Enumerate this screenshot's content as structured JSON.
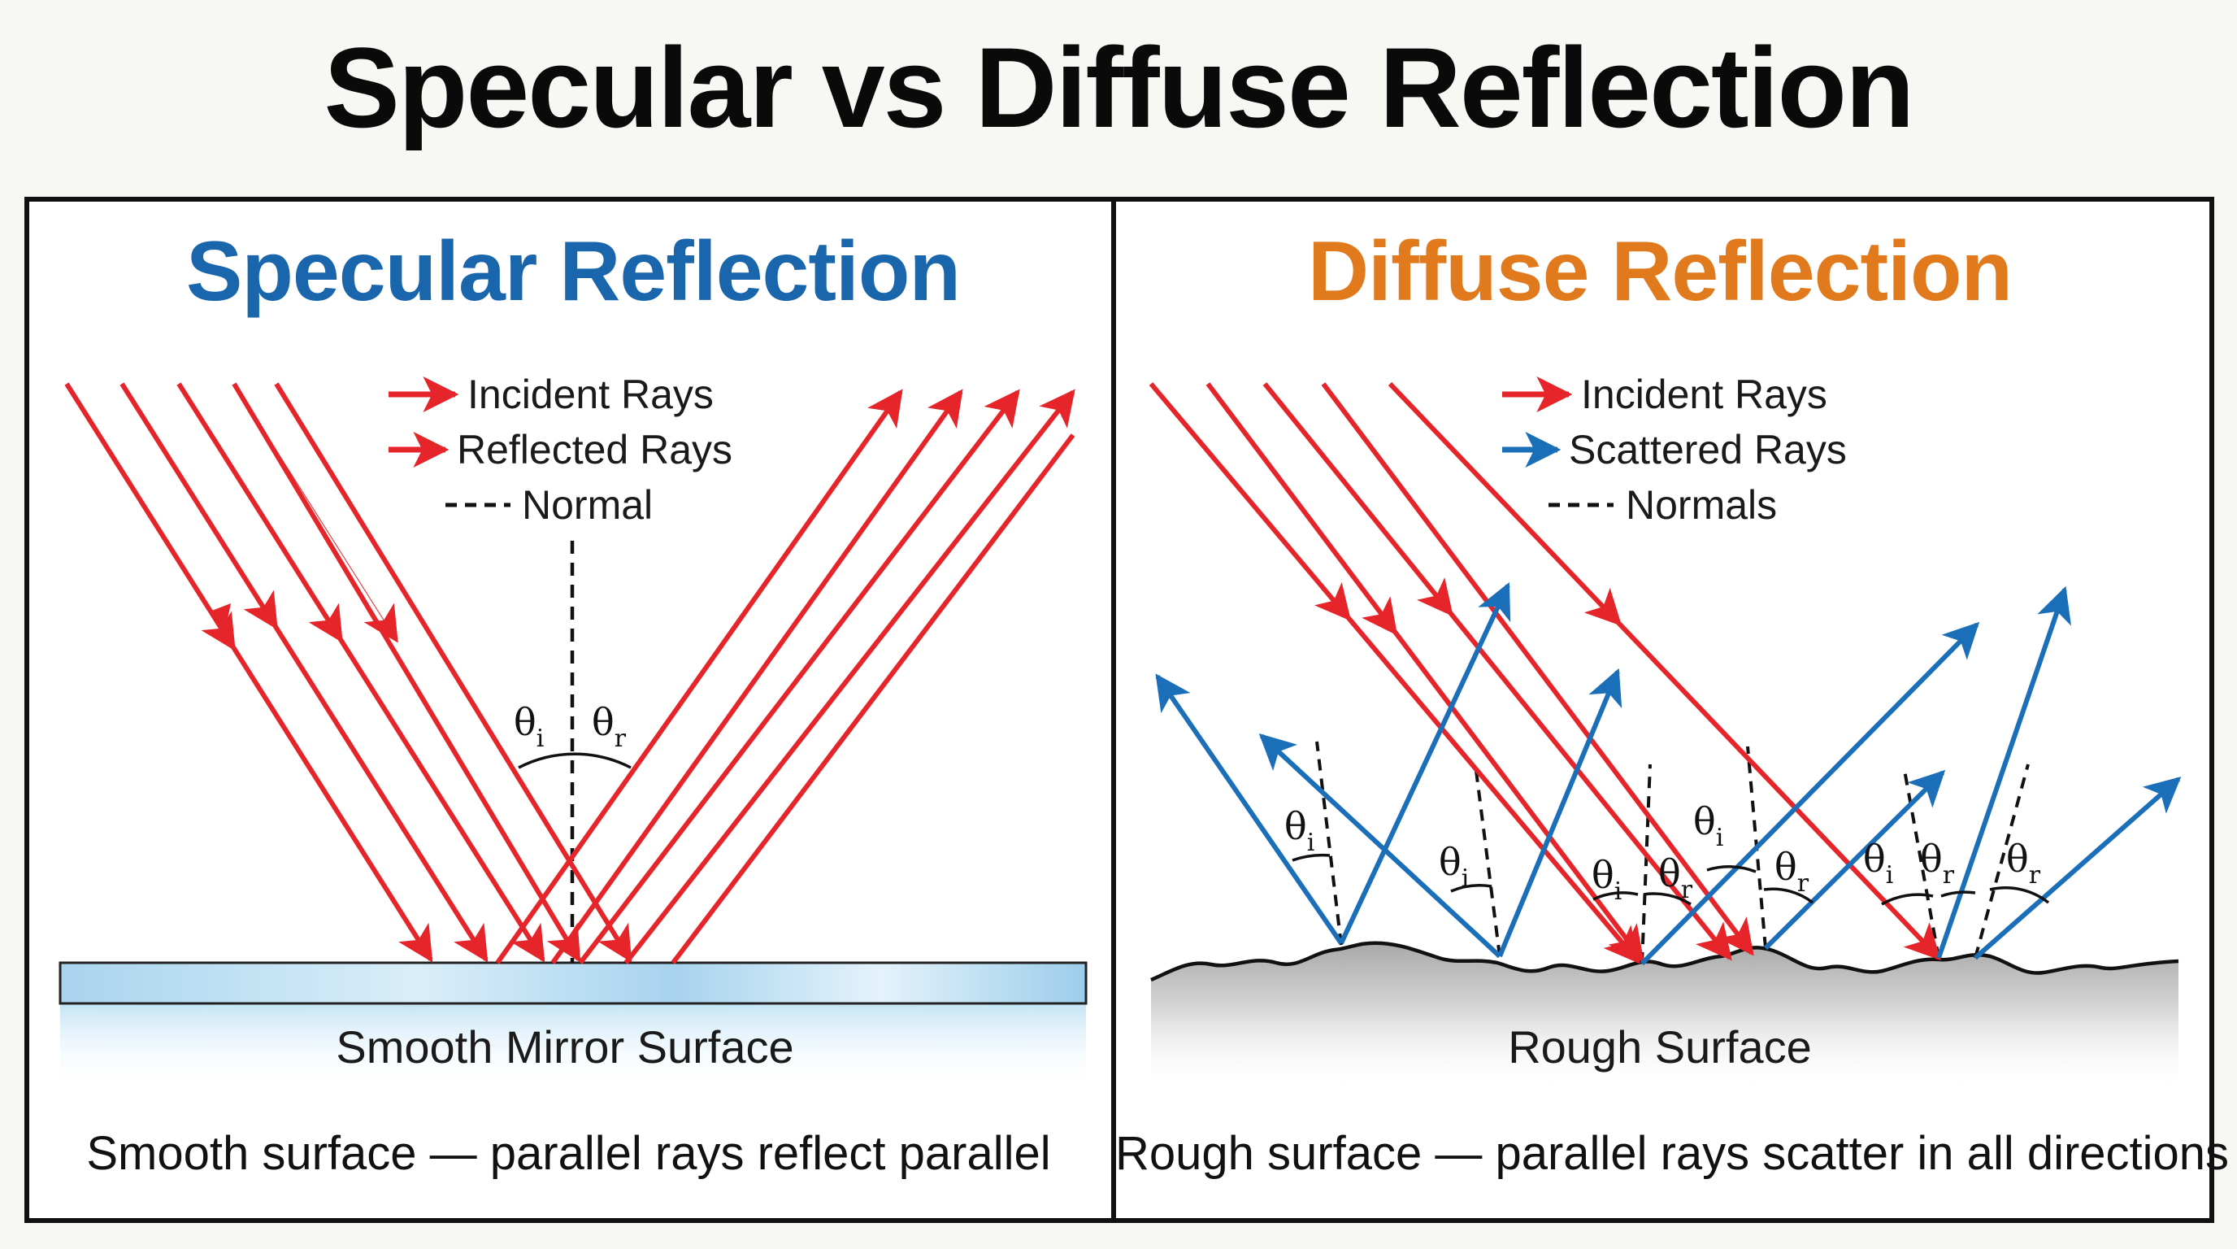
{
  "title": "Specular vs Diffuse Reflection",
  "colors": {
    "incident": "#e5252a",
    "reflected": "#e5252a",
    "scattered": "#1a6fb8",
    "normal": "#111111",
    "specular_title": "#1a66ac",
    "diffuse_title": "#e07a1c"
  },
  "specular": {
    "heading": "Specular Reflection",
    "legend": {
      "incident": "Incident Rays",
      "reflected": "Reflected Rays",
      "normal": "Normal"
    },
    "angle_i": "θ",
    "angle_i_sub": "i",
    "angle_r": "θ",
    "angle_r_sub": "r",
    "surface_label": "Smooth Mirror Surface",
    "caption": "Smooth surface — parallel rays reflect parallel"
  },
  "diffuse": {
    "heading": "Diffuse Reflection",
    "legend": {
      "incident": "Incident Rays",
      "scattered": "Scattered Rays",
      "normal": "Normals"
    },
    "angle_symbol": "θ",
    "sub_i": "i",
    "sub_r": "r",
    "surface_label": "Rough Surface",
    "caption": "Rough surface — parallel rays scatter in all directions"
  }
}
